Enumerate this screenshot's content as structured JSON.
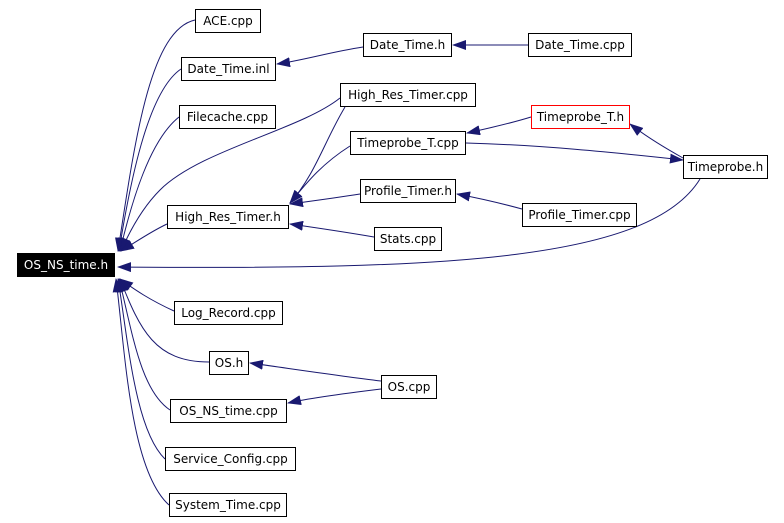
{
  "colors": {
    "edge": "#191970",
    "node_border": "#000000",
    "root_fill": "#000000",
    "root_text": "#ffffff",
    "highlight_border": "#ff0000"
  },
  "nodes": {
    "os_ns_time_h": "OS_NS_time.h",
    "ace_cpp": "ACE.cpp",
    "date_time_inl": "Date_Time.inl",
    "date_time_h": "Date_Time.h",
    "date_time_cpp": "Date_Time.cpp",
    "filecache_cpp": "Filecache.cpp",
    "high_res_timer_cpp": "High_Res_Timer.cpp",
    "timeprobe_t_h": "Timeprobe_T.h",
    "timeprobe_t_cpp": "Timeprobe_T.cpp",
    "timeprobe_h": "Timeprobe.h",
    "high_res_timer_h": "High_Res_Timer.h",
    "profile_timer_h": "Profile_Timer.h",
    "profile_timer_cpp": "Profile_Timer.cpp",
    "stats_cpp": "Stats.cpp",
    "log_record_cpp": "Log_Record.cpp",
    "os_h": "OS.h",
    "os_cpp": "OS.cpp",
    "os_ns_time_cpp": "OS_NS_time.cpp",
    "service_config_cpp": "Service_Config.cpp",
    "system_time_cpp": "System_Time.cpp"
  }
}
